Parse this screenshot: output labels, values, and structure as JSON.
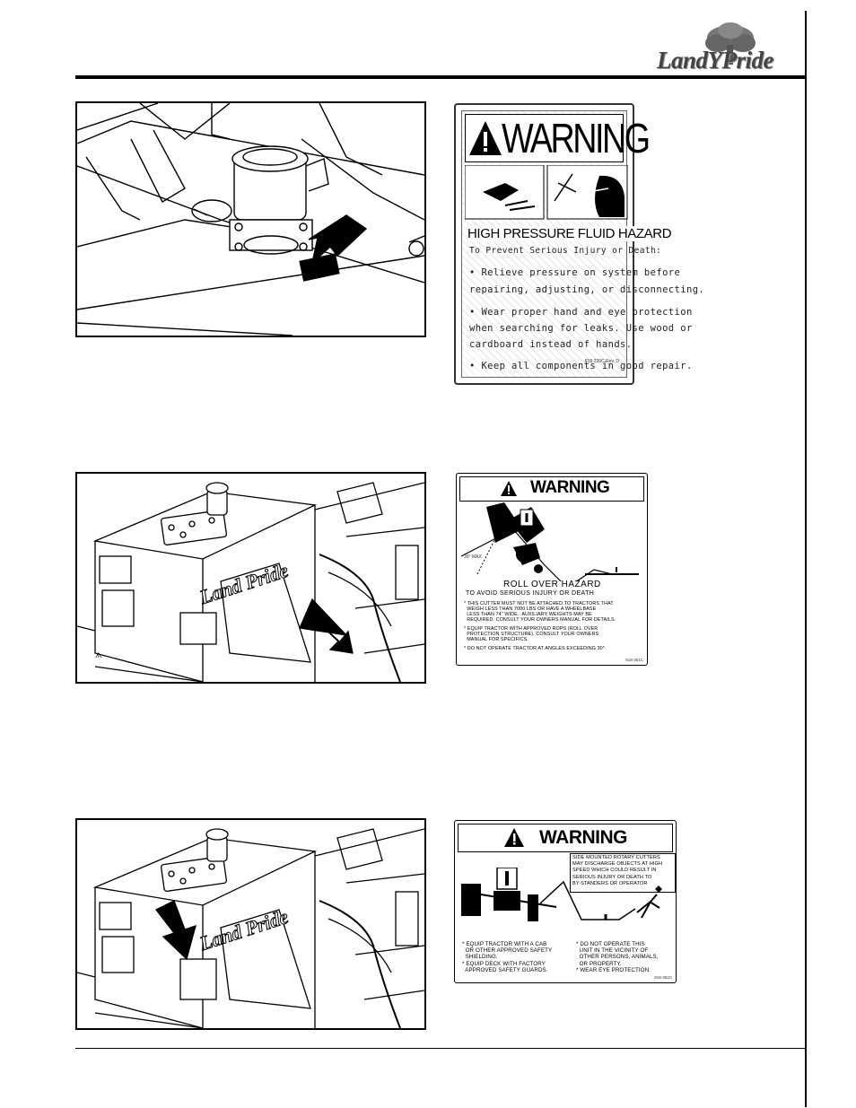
{
  "header": {
    "logo_text": "LandYPride"
  },
  "decal1": {
    "banner": "WARNING",
    "title": "HIGH PRESSURE FLUID HAZARD",
    "lines": [
      "To Prevent Serious Injury or Death:",
      "• Relieve pressure on system before",
      "  repairing, adjusting, or disconnecting.",
      "• Wear proper hand and eye protection",
      "  when searching for leaks. Use wood or",
      "  cardboard instead of hands.",
      "• Keep all components in good repair."
    ],
    "code": "818-339C Rev. D"
  },
  "decal2": {
    "banner": "WARNING",
    "angle_label": "30° MAX",
    "title": "ROLL OVER HAZARD",
    "subtitle": "TO AVOID SERIOUS INJURY OR DEATH",
    "bullets": [
      "* THIS CUTTER MUST NOT BE ATTACHED TO TRACTORS THAT\n  WEIGH LESS THAN 7000 LBS OR HAVE A WHEELBASE\n  LESS THAN 74\" WIDE.  AUXILIARY WEIGHTS MAY BE\n  REQUIRED. CONSULT YOUR OWNERS MANUAL FOR DETAILS.",
      "* EQUIP TRACTOR WITH APPROVED ROPS (ROLL OVER\n  PROTECTION STRUCTURE). CONSULT YOUR OWNERS\n  MANUAL FOR SPECIFICS.",
      "* DO NOT OPERATE TRACTOR AT ANGLES EXCEEDING 30°."
    ],
    "code": "818-351C"
  },
  "decal3": {
    "banner": "WARNING",
    "box_text": "SIDE MOUNTED ROTARY CUTTERS\nMAY DISCHARGE OBJECTS AT HIGH\nSPEED WHICH COULD RESULT IN\nSERIOUS INJURY OR DEATH TO\nBY-STANDERS OR OPERATOR",
    "left_col": "* EQUIP TRACTOR WITH A CAB\n  OR OTHER APPROVED SAFETY\n  SHIELDING.\n* EQUIP DECK WITH FACTORY\n  APPROVED SAFETY GUARDS.",
    "right_col": "* DO NOT OPERATE THIS\n  UNIT IN THE VICINITY OF\n  OTHER PERSONS, ANIMALS,\n  OR PROPERTY.\n* WEAR EYE PROTECTION.",
    "code": "818-352C"
  },
  "photos": {
    "brand_label": "Land Pride"
  },
  "colors": {
    "ink": "#000000",
    "paper": "#ffffff",
    "gray": "#e6e6e6"
  }
}
